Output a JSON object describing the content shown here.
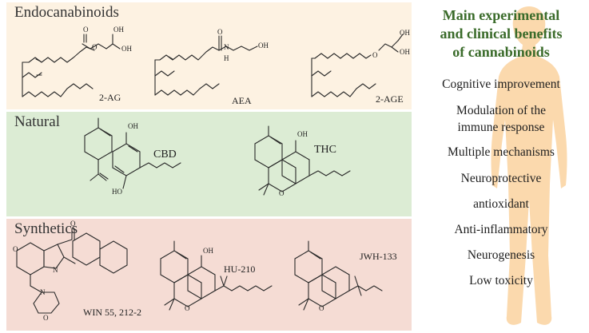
{
  "panels": {
    "endocannabinoids": {
      "title": "Endocanabinoids",
      "compounds": [
        "2-AG",
        "AEA",
        "2-AGE"
      ],
      "atoms": {
        "O1": "O",
        "O2": "O",
        "OH1": "OH",
        "OH2": "OH",
        "O3": "O",
        "N": "N",
        "H": "H",
        "OH3": "OH",
        "O4": "O",
        "OH4": "OH",
        "OH5": "OH"
      }
    },
    "natural": {
      "title": "Natural",
      "compounds": [
        "CBD",
        "THC"
      ],
      "atoms": {
        "OH1": "OH",
        "HO": "HO",
        "OH2": "OH",
        "O": "O"
      }
    },
    "synthetics": {
      "title": "Synthetics",
      "compounds": [
        "WIN 55, 212-2",
        "HU-210",
        "JWH-133"
      ],
      "atoms": {
        "O1": "O",
        "O2": "O",
        "N1": "N",
        "N2": "N",
        "O3": "O",
        "OH": "OH",
        "O4": "O",
        "O5": "O"
      }
    }
  },
  "benefits": {
    "title_lines": [
      "Main experimental",
      "and clinical benefits",
      "of cannabinoids"
    ],
    "items": [
      [
        "Cognitive  improvement"
      ],
      [
        "Modulation of the",
        "immune response"
      ],
      [
        "Multiple mechanisms"
      ],
      [
        "Neuroprotective"
      ],
      [
        "antioxidant"
      ],
      [
        "Anti-inflammatory"
      ],
      [
        "Neurogenesis"
      ],
      [
        "Low toxicity"
      ]
    ]
  },
  "colors": {
    "endocannabinoids_panel": "#fdf2e2",
    "natural_panel": "#dcecd4",
    "synthetics_panel": "#f5dcd4",
    "benefits_title": "#3a6b2a",
    "silhouette": "#fbd9ad"
  }
}
